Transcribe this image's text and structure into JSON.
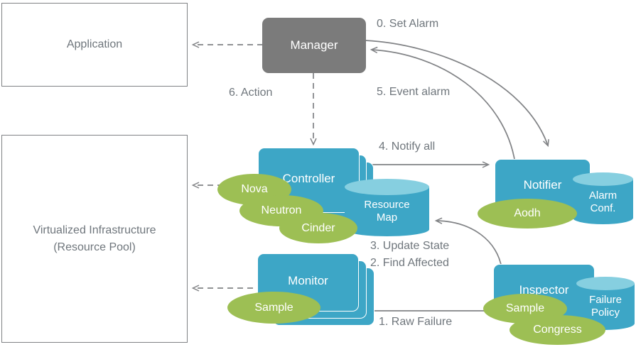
{
  "diagram": {
    "title": "OpenStack fault management / Doctor architecture flow",
    "colors": {
      "node_blue": "#3da6c6",
      "cylinder_top": "#86cfe0",
      "pill_green": "#9dbf54",
      "manager_gray": "#7b7b7b",
      "edge_gray": "#808285",
      "text_gray": "#6f767c"
    }
  },
  "boxes": {
    "application": {
      "label": "Application"
    },
    "infrastructure": {
      "line1": "Virtualized  Infrastructure",
      "line2": "(Resource Pool)"
    },
    "manager": {
      "label": "Manager"
    }
  },
  "nodes": {
    "controller": {
      "label": "Controller"
    },
    "monitor": {
      "label": "Monitor"
    },
    "notifier": {
      "label": "Notifier"
    },
    "inspector": {
      "label": "Inspector"
    }
  },
  "stores": {
    "resource_map": {
      "line1": "Resource",
      "line2": "Map"
    },
    "alarm_conf": {
      "line1": "Alarm",
      "line2": "Conf."
    },
    "failure_policy": {
      "line1": "Failure",
      "line2": "Policy"
    }
  },
  "projects": {
    "nova": "Nova",
    "neutron": "Neutron",
    "cinder": "Cinder",
    "sample_monitor": "Sample",
    "aodh": "Aodh",
    "sample_inspector": "Sample",
    "congress": "Congress"
  },
  "flows": [
    {
      "id": "0",
      "label": "0. Set Alarm"
    },
    {
      "id": "1",
      "label": "1. Raw Failure"
    },
    {
      "id": "2",
      "label": "2. Find Affected"
    },
    {
      "id": "3",
      "label": "3. Update State"
    },
    {
      "id": "4",
      "label": "4. Notify all"
    },
    {
      "id": "5",
      "label": "5. Event alarm"
    },
    {
      "id": "6",
      "label": "6. Action"
    }
  ]
}
